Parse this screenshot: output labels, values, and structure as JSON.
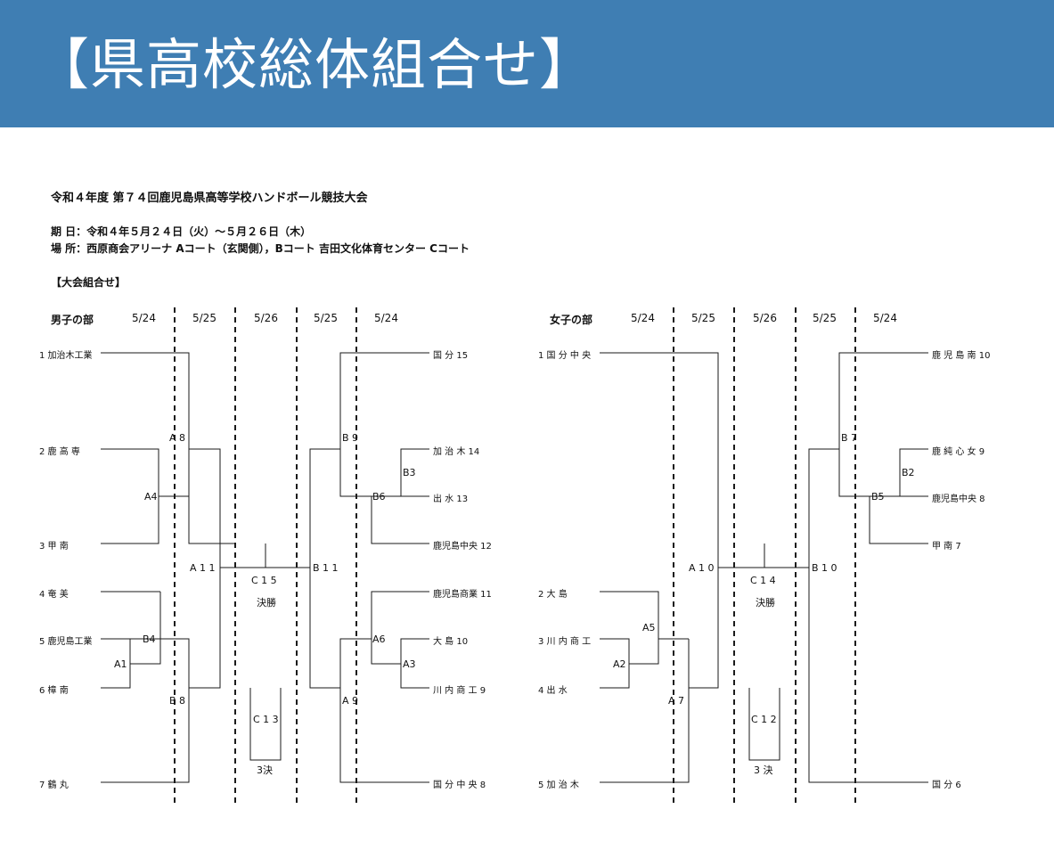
{
  "banner": {
    "title": "【県高校総体組合せ】"
  },
  "doc": {
    "heading": "令和４年度 第７４回鹿児島県高等学校ハンドボール競技大会",
    "period": "期 日：令和４年５月２４日（火）～５月２６日（木）",
    "venue": "場 所：西原商会アリーナ Aコート（玄関側），Bコート 吉田文化体育センター Cコート",
    "section": "【大会組合せ】"
  },
  "men": {
    "label": "男子の部",
    "dates": [
      "5/24",
      "5/25",
      "5/26",
      "5/25",
      "5/24"
    ],
    "left": [
      "1 加治木工業",
      "2 鹿 高 専",
      "3 甲 南",
      "4 奄 美",
      "5 鹿児島工業",
      "6 樟 南",
      "7 鶴 丸"
    ],
    "right": [
      "国 分 15",
      "加 治 木 14",
      "出 水 13",
      "鹿児島中央 12",
      "鹿児島商業 11",
      "大 島 10",
      "川 内 商 工 9",
      "国 分 中 央 8"
    ],
    "matches": [
      "A 8",
      "A4",
      "B4",
      "A1",
      "B 8",
      "A 1 1",
      "C 1 5",
      "決勝",
      "C 1 3",
      "3決",
      "B 1 1",
      "B 9",
      "B3",
      "B6",
      "A6",
      "A3",
      "A 9"
    ]
  },
  "women": {
    "label": "女子の部",
    "dates": [
      "5/24",
      "5/25",
      "5/26",
      "5/25",
      "5/24"
    ],
    "left": [
      "1 国 分 中 央",
      "2 大 島",
      "3 川 内 商 工",
      "4 出 水",
      "5 加 治 木"
    ],
    "right": [
      "鹿 児 島 南 10",
      "鹿 純 心 女 9",
      "鹿児島中央 8",
      "甲 南 7",
      "国 分 6"
    ],
    "matches": [
      "A 1 0",
      "A5",
      "A2",
      "A 7",
      "C 1 4",
      "決勝",
      "C 1 2",
      "3 決",
      "B 1 0",
      "B 7",
      "B2",
      "B5"
    ]
  }
}
